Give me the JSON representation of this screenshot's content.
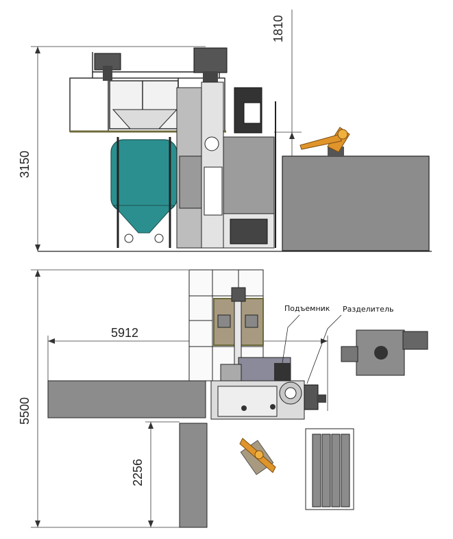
{
  "dimensions": {
    "height_top": "3150",
    "height_right": "1810",
    "width_plan": "5912",
    "depth_plan": "5500",
    "depth_partial": "2256"
  },
  "labels": {
    "lift": "Подъемник",
    "separator": "Разделитель"
  },
  "colors": {
    "line": "#222222",
    "panel_fill": "#8c8c8c",
    "panel_light": "#e9e9e9",
    "tank_teal": "#2c8f8f",
    "robot_orange": "#e0952a",
    "olive": "#6d6a3a",
    "tan_cell": "#a89a80"
  }
}
